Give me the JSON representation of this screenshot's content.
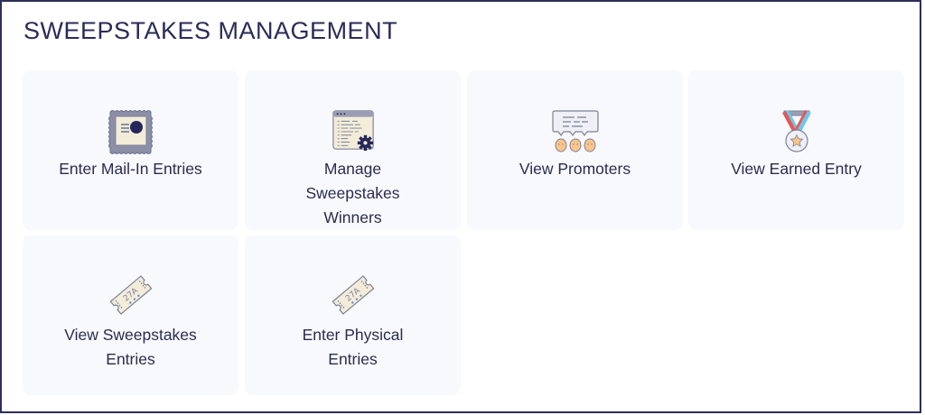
{
  "page": {
    "title": "SWEEPSTAKES MANAGEMENT"
  },
  "colors": {
    "border": "#2b2d5a",
    "title": "#2a2c57",
    "card_bg": "#f8f9fd",
    "label": "#2a2c50"
  },
  "cards": [
    {
      "label": "Enter Mail-In Entries",
      "icon": "postage-stamp-icon"
    },
    {
      "label": "Manage Sweepstakes Winners",
      "icon": "browser-settings-gear-icon"
    },
    {
      "label": "View Promoters",
      "icon": "speech-bubble-people-icon"
    },
    {
      "label": "View Earned Entry",
      "icon": "medal-star-icon"
    },
    {
      "label": "View Sweepstakes Entries",
      "icon": "ticket-icon"
    },
    {
      "label": "Enter Physical Entries",
      "icon": "ticket-icon"
    }
  ]
}
